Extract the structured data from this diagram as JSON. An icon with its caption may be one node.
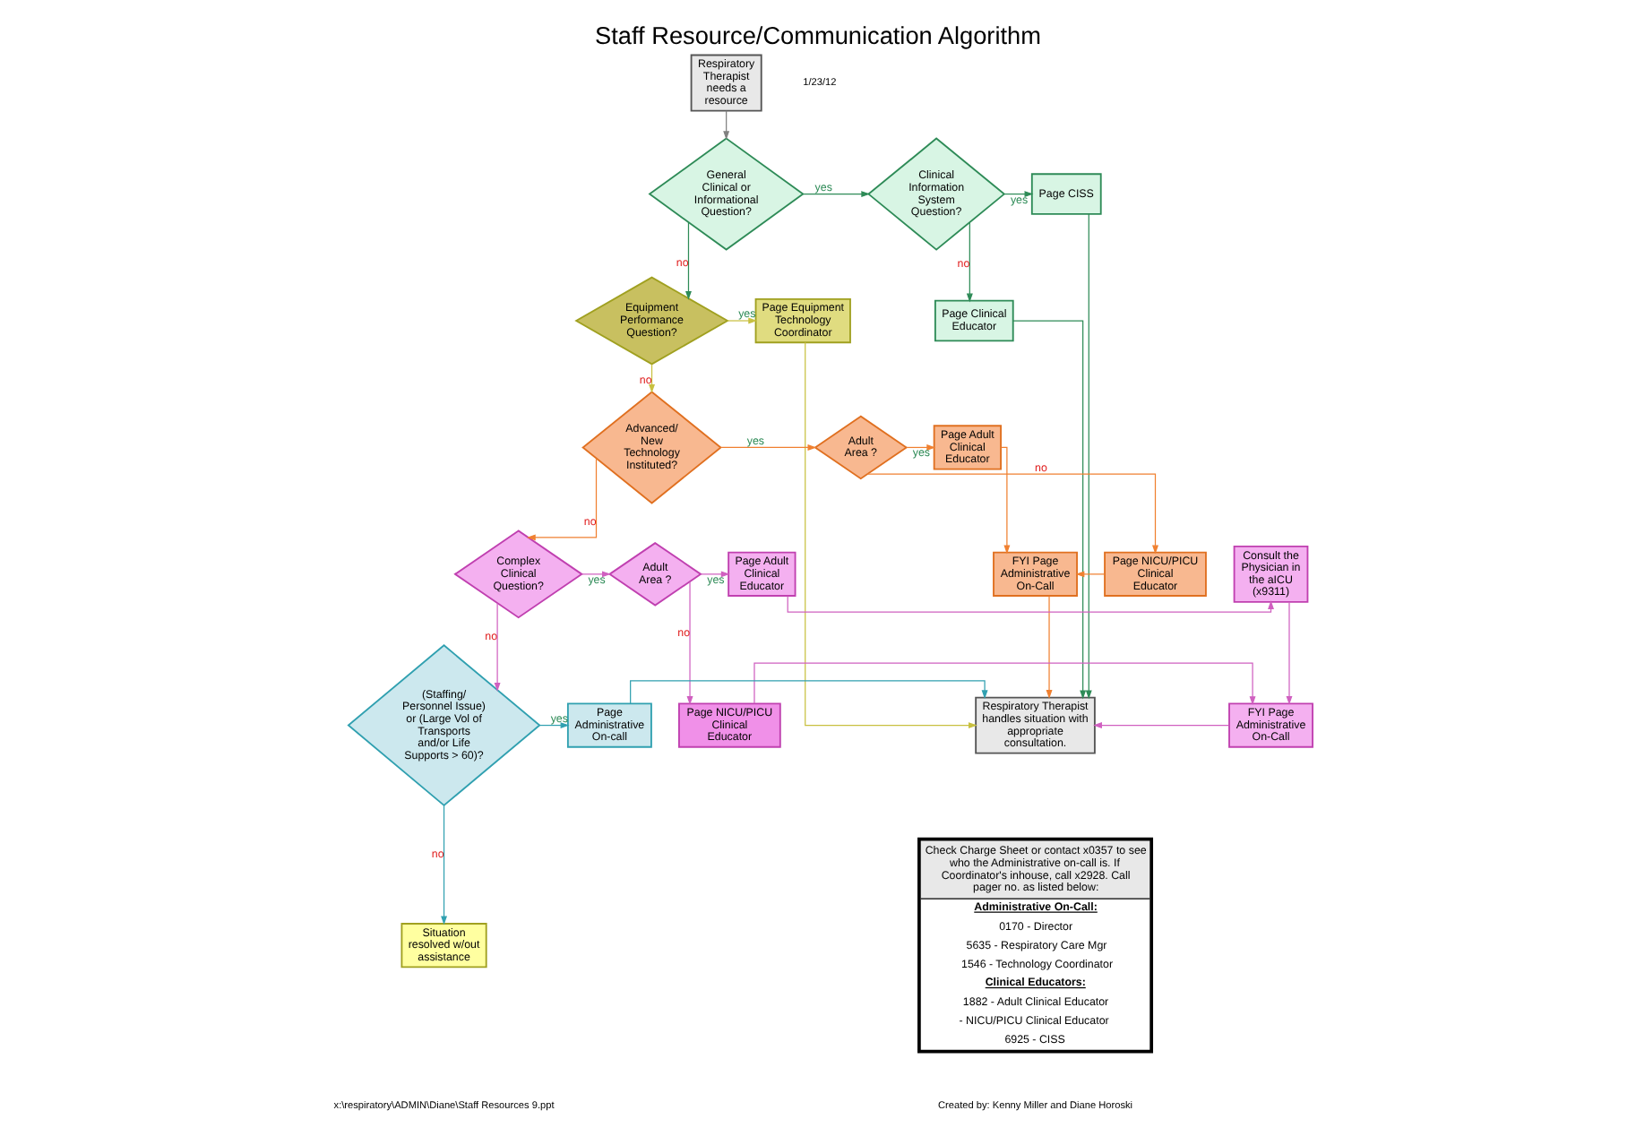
{
  "diagram": {
    "title": "Staff Resource/Communication Algorithm",
    "nodes": [
      {
        "text": [
          "Respiratory Therapist needs a resource"
        ]
      },
      {
        "text": [
          "General Clinical or Informational Question?"
        ]
      },
      {
        "text": [
          "Clinical Information System Question?"
        ]
      },
      {
        "text": [
          "Page CISS"
        ]
      },
      {
        "text": [
          "Page Clinical Educator"
        ]
      },
      {
        "text": [
          "Equipment Performance Question?"
        ]
      },
      {
        "text": [
          "Page Equipment Technology Coordinator"
        ]
      },
      {
        "text": [
          "Advanced/ New Technology Instituted?"
        ]
      },
      {
        "text": [
          "Adult Area ?"
        ]
      },
      {
        "text": [
          "Page Adult Clinical Educator"
        ]
      },
      {
        "text": [
          "Page NICU/PICU Clinical Educator"
        ]
      },
      {
        "text": [
          "FYI Page Administrative On-Call"
        ]
      },
      {
        "text": [
          "Complex Clinical Question?"
        ]
      },
      {
        "text": [
          "Adult Area ?"
        ]
      },
      {
        "text": [
          "Page Adult Clinical Educator"
        ]
      },
      {
        "text": [
          "Consult the Physician in the aICU (x9311)"
        ]
      },
      {
        "text": [
          "Page NICU/PICU Clinical Educator"
        ]
      },
      {
        "text": [
          "FYI Page Administrative On-Call"
        ]
      },
      {
        "text": [
          "(Staffing/ Personnel Issue) or (Large Vol of Transports and/or Life Supports > 60)?"
        ]
      },
      {
        "text": [
          "Page Administrative On-call"
        ]
      },
      {
        "text": [
          "Situation resolved w/out assistance"
        ]
      },
      {
        "text": [
          "Respiratory Therapist handles situation with appropriate consultation."
        ]
      },
      {
        "text": [
          "Check Charge Sheet or contact x0357 to see who the Administrative on-call is. If Coordinator's inhouse, call x2928. Call pager no. as listed below:",
          "Administrative On-Call:",
          "0170 - Director",
          "5635 - Respiratory Care Mgr",
          "1546 - Technology Coordinator",
          "Clinical Educators:",
          "1882 - Adult Clinical Educator",
          "- NICU/PICU Clinical Educator",
          "6925 - CISS"
        ]
      }
    ],
    "edges": [
      {
        "from": 0,
        "to": 1,
        "arrow": "to",
        "color": "#808080"
      },
      {
        "from": 1,
        "to": 2,
        "arrow": "to",
        "label": "yes",
        "color": "#2e8b57"
      },
      {
        "from": 1,
        "to": 5,
        "arrow": "to",
        "label": "no",
        "color": "#2e8b57"
      },
      {
        "from": 2,
        "to": 3,
        "arrow": "to",
        "label": "yes",
        "color": "#2e8b57"
      },
      {
        "from": 2,
        "to": 4,
        "arrow": "to",
        "label": "no",
        "color": "#2e8b57"
      },
      {
        "from": 3,
        "to": 21,
        "arrow": "to",
        "color": "#2e8b57"
      },
      {
        "from": 4,
        "to": 21,
        "arrow": "to",
        "color": "#2e8b57"
      },
      {
        "from": 5,
        "to": 6,
        "arrow": "to",
        "label": "yes",
        "color": "#c8c040"
      },
      {
        "from": 5,
        "to": 7,
        "arrow": "to",
        "label": "no",
        "color": "#c8c040"
      },
      {
        "from": 6,
        "to": 21,
        "arrow": "to",
        "color": "#c8c040"
      },
      {
        "from": 7,
        "to": 8,
        "arrow": "to",
        "label": "yes",
        "color": "#f08030"
      },
      {
        "from": 7,
        "to": 12,
        "arrow": "to",
        "label": "no",
        "color": "#f08030"
      },
      {
        "from": 8,
        "to": 9,
        "arrow": "to",
        "label": "yes",
        "color": "#f08030"
      },
      {
        "from": 8,
        "to": 10,
        "arrow": "to",
        "label": "no",
        "color": "#f08030"
      },
      {
        "from": 9,
        "to": 11,
        "arrow": "to",
        "color": "#f08030"
      },
      {
        "from": 10,
        "to": 11,
        "arrow": "to",
        "color": "#f08030"
      },
      {
        "from": 11,
        "to": 21,
        "arrow": "to",
        "color": "#f08030"
      },
      {
        "from": 12,
        "to": 13,
        "arrow": "to",
        "label": "yes",
        "color": "#d060c0"
      },
      {
        "from": 12,
        "to": 18,
        "arrow": "to",
        "label": "no",
        "color": "#d060c0"
      },
      {
        "from": 13,
        "to": 14,
        "arrow": "to",
        "label": "yes",
        "color": "#d060c0"
      },
      {
        "from": 13,
        "to": 16,
        "arrow": "to",
        "label": "no",
        "color": "#d060c0"
      },
      {
        "from": 14,
        "to": 15,
        "arrow": "to",
        "color": "#d060c0"
      },
      {
        "from": 15,
        "to": 17,
        "arrow": "to",
        "color": "#d060c0"
      },
      {
        "from": 16,
        "to": 17,
        "arrow": "to",
        "color": "#d060c0"
      },
      {
        "from": 17,
        "to": 21,
        "arrow": "to",
        "color": "#d060c0"
      },
      {
        "from": 18,
        "to": 19,
        "arrow": "to",
        "label": "yes",
        "color": "#30a0b0"
      },
      {
        "from": 18,
        "to": 20,
        "arrow": "to",
        "label": "no",
        "color": "#30a0b0"
      },
      {
        "from": 19,
        "to": 21,
        "arrow": "to",
        "color": "#30a0b0"
      }
    ],
    "labels": [
      "1/23/12",
      "x:\\respiratory\\ADMIN\\Diane\\Staff Resources 9.ppt",
      "Created by: Kenny Miller and Diane Horoski"
    ]
  }
}
